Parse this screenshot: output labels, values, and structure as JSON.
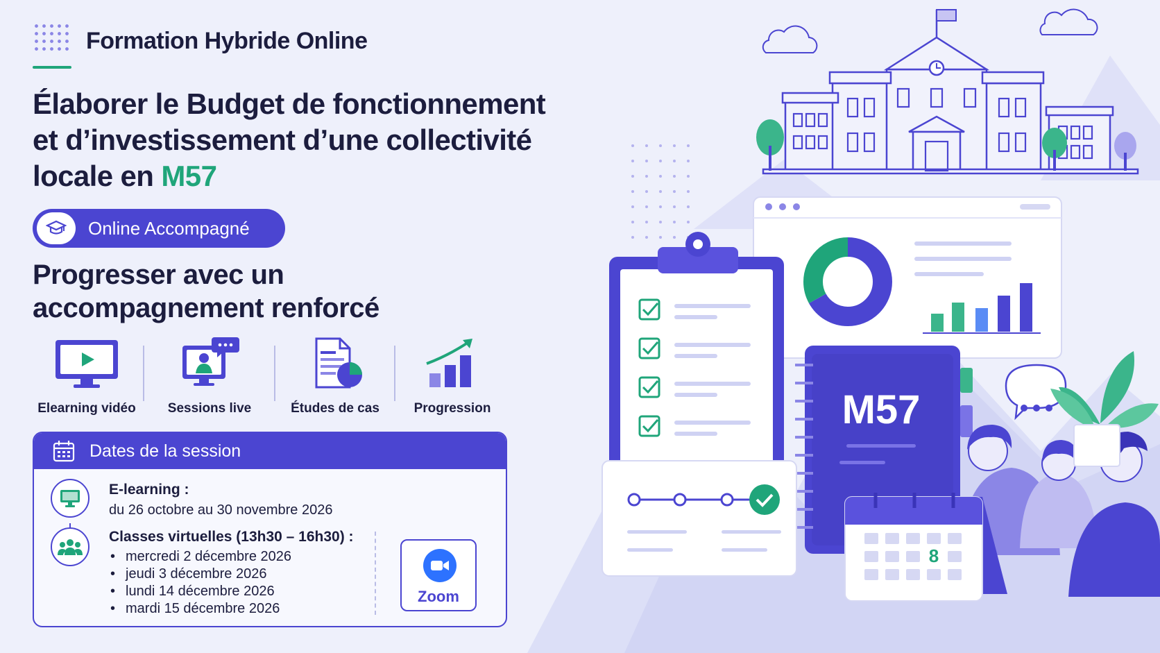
{
  "header": {
    "title": "Formation Hybride Online"
  },
  "main_title": {
    "line1": "Élaborer le Budget de fonctionnement",
    "line2": "et d’investissement d’une collectivité",
    "line3_prefix": "locale en ",
    "line3_accent": "M57"
  },
  "badge": {
    "label": "Online Accompagné",
    "icon": "graduation-cap-icon"
  },
  "subtitle": {
    "line1": "Progresser avec un",
    "line2": "accompagnement renforcé"
  },
  "features": [
    {
      "label": "Elearning vidéo",
      "icon": "video-monitor-icon"
    },
    {
      "label": "Sessions live",
      "icon": "live-session-icon"
    },
    {
      "label": "Études de cas",
      "icon": "case-study-icon"
    },
    {
      "label": "Progression",
      "icon": "progress-chart-icon"
    }
  ],
  "session": {
    "title": "Dates de la session",
    "elearning": {
      "title": "E-learning :",
      "dates": "du 26 octobre au 30 novembre 2026"
    },
    "virtual": {
      "title": "Classes virtuelles (13h30 – 16h30) :",
      "dates": [
        "mercredi 2 décembre 2026",
        "jeudi 3 décembre 2026",
        "lundi 14 décembre 2026",
        "mardi 15 décembre 2026"
      ]
    },
    "zoom_label": "Zoom"
  },
  "illustration": {
    "book_label": "M57",
    "calendar_day": "8"
  },
  "colors": {
    "primary": "#4b45d1",
    "accent": "#1fa57a",
    "background": "#eef0fb",
    "zoom": "#2d72ff"
  }
}
